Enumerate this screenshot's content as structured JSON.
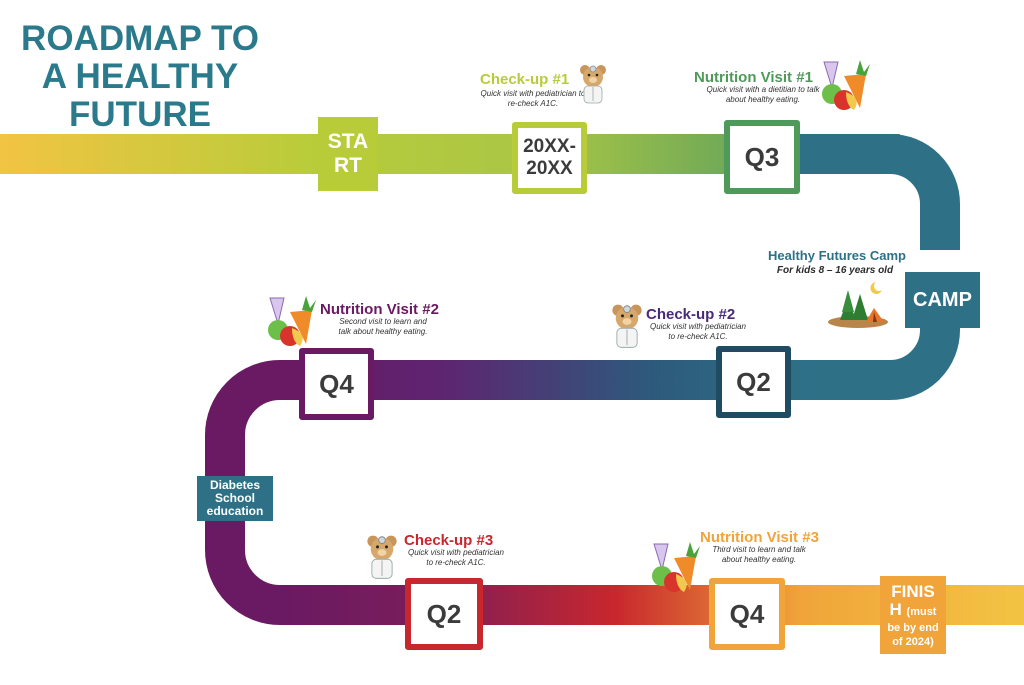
{
  "title": {
    "line1": "ROADMAP TO",
    "line2": "A HEALTHY",
    "line3": "FUTURE"
  },
  "colors": {
    "title": "#2a7a8c",
    "start": "#b8cc3a",
    "green": "#4f9a5a",
    "teal": "#2e7187",
    "navy": "#1f4b63",
    "purple": "#6a1a62",
    "red": "#c8272d",
    "orange": "#f0a43a"
  },
  "milestones": {
    "start": {
      "line1": "STA",
      "line2": "RT"
    },
    "m1": {
      "line1": "20XX-",
      "line2": "20XX"
    },
    "m2": {
      "label": "Q3"
    },
    "camp": {
      "label": "CAMP"
    },
    "m3": {
      "label": "Q2"
    },
    "m4": {
      "label": "Q4"
    },
    "school": {
      "line1": "Diabetes",
      "line2": "School",
      "line3": "education"
    },
    "m5": {
      "label": "Q2"
    },
    "m6": {
      "label": "Q4"
    },
    "finish": {
      "line1": "FINIS",
      "line2": "H",
      "line3": "(must",
      "line4": "be by end",
      "line5": "of 2024)"
    }
  },
  "events": {
    "checkup1": {
      "title": "Check-up #1",
      "desc1": "Quick visit with pediatrician to",
      "desc2": "re-check A1C."
    },
    "nutrition1": {
      "title": "Nutrition Visit #1",
      "desc1": "Quick visit with a dietitian to talk",
      "desc2": "about healthy eating."
    },
    "camp": {
      "title": "Healthy Futures Camp",
      "sub": "For kids 8 – 16 years old"
    },
    "checkup2": {
      "title": "Check-up #2",
      "desc1": "Quick visit with pediatrician",
      "desc2": "to re-check A1C."
    },
    "nutrition2": {
      "title": "Nutrition Visit #2",
      "desc1": "Second visit to learn and",
      "desc2": "talk about healthy eating."
    },
    "checkup3": {
      "title": "Check-up #3",
      "desc1": "Quick visit with pediatrician",
      "desc2": "to re-check A1C."
    },
    "nutrition3": {
      "title": "Nutrition Visit #3",
      "desc1": "Third visit to learn and talk",
      "desc2": "about healthy eating."
    }
  },
  "icons": {
    "bear": "teddy-bear-doctor-icon",
    "veggies": "vegetables-icon",
    "camp": "campsite-icon"
  }
}
